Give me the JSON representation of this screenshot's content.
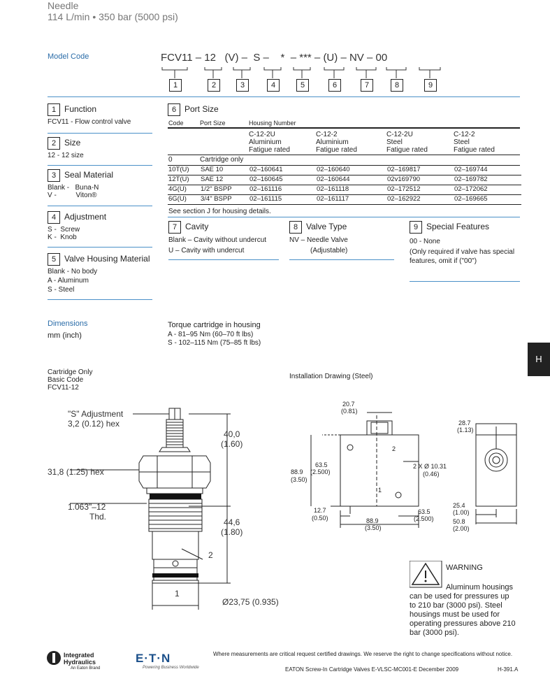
{
  "header": {
    "title": "Needle",
    "subtitle": "114 L/min • 350 bar (5000 psi)"
  },
  "model_code": {
    "label": "Model Code",
    "parts": [
      "FCV11",
      "–",
      "12",
      "(V)",
      "–",
      "S",
      "–",
      "*",
      "–",
      "***",
      "–",
      "(U)",
      "–",
      "NV",
      "–",
      "00"
    ],
    "numbers": [
      "1",
      "2",
      "3",
      "4",
      "5",
      "6",
      "7",
      "8",
      "9"
    ]
  },
  "function": {
    "num": "1",
    "title": "Function",
    "lines": [
      "FCV11 - Flow control valve"
    ]
  },
  "size": {
    "num": "2",
    "title": "Size",
    "lines": [
      "12 - 12 size"
    ]
  },
  "seal": {
    "num": "3",
    "title": "Seal Material",
    "lines": [
      "Blank -   Buna-N",
      "V -          Viton®"
    ]
  },
  "adjustment": {
    "num": "4",
    "title": "Adjustment",
    "lines": [
      "S -  Screw",
      "K -  Knob"
    ]
  },
  "housing_material": {
    "num": "5",
    "title": "Valve Housing Material",
    "lines": [
      "Blank - No body",
      "A -  Aluminum",
      "S -  Steel"
    ]
  },
  "port_size": {
    "num": "6",
    "title": "Port Size",
    "col_code": "Code",
    "col_port": "Port Size",
    "col_housing": "Housing Number",
    "housing_cols": [
      [
        "C-12-2U",
        "Aluminium",
        "Fatigue rated"
      ],
      [
        "C-12-2",
        "Aluminium",
        "Fatigue rated"
      ],
      [
        "C-12-2U",
        "Steel",
        "Fatigue rated"
      ],
      [
        "C-12-2",
        "Steel",
        "Fatigue rated"
      ]
    ],
    "cartridge_row": [
      "0",
      "Cartridge only"
    ],
    "rows": [
      [
        "10T(U)",
        "SAE 10",
        "02–160641",
        "02–160640",
        "02–169817",
        "02–169744"
      ],
      [
        "12T(U)",
        "SAE 12",
        "02–160645",
        "02–160644",
        "02v169790",
        "02–169782"
      ],
      [
        "4G(U)",
        "1/2\" BSPP",
        "02–161116",
        "02–161118",
        "02–172512",
        "02–172062"
      ],
      [
        "6G(U)",
        "3/4\" BSPP",
        "02–161115",
        "02–161117",
        "02–162922",
        "02–169665"
      ]
    ],
    "note": "See section J for housing details."
  },
  "cavity": {
    "num": "7",
    "title": "Cavity",
    "lines": [
      "Blank – Cavity without undercut",
      "U – Cavity with undercut"
    ]
  },
  "valve_type": {
    "num": "8",
    "title": "Valve Type",
    "lines": [
      "NV – Needle Valve",
      "(Adjustable)"
    ]
  },
  "special": {
    "num": "9",
    "title": "Special Features",
    "lines": [
      "00 - None",
      "(Only required if valve has special",
      "features, omit if (\"00\")"
    ]
  },
  "dimensions": {
    "label": "Dimensions",
    "units": "mm (inch)"
  },
  "torque": {
    "title": "Torque cartridge in housing",
    "lines": [
      "A - 81–95 Nm (60–70 ft lbs)",
      "S - 102–115 Nm (75–85 ft lbs)"
    ]
  },
  "cartridge": {
    "lines": [
      "Cartridge Only",
      "Basic Code",
      "FCV11-12"
    ]
  },
  "cartridge_drawing": {
    "adj_label": "\"S\" Adjustment",
    "adj_value": "3,2 (0.12) hex",
    "hex_label": "31,8 (1.25) hex",
    "thread_label": "1.063\"–12",
    "thread_sub": "Thd.",
    "dim_top": "40,0",
    "dim_top_in": "(1.60)",
    "dim_bottom": "44,6",
    "dim_bottom_in": "(1.80)",
    "port2": "2",
    "port1": "1",
    "diameter": "Ø23,75 (0.935)"
  },
  "install": {
    "title": "Installation Drawing (Steel)",
    "d_207": "20.7",
    "d_081": "(0.81)",
    "d_635": "63.5",
    "d_2500": "(2.500)",
    "d_889": "88.9",
    "d_350": "(3.50)",
    "d_2x": "2 X Ø 10.31",
    "d_046": "(0.46)",
    "d_127": "12.7",
    "d_050": "(0.50)",
    "d_889b": "88.9",
    "d_350b": "(3.50)",
    "d_635b": "63.5",
    "d_2500b": "(2.500)",
    "d_287": "28.7",
    "d_113": "(1.13)",
    "d_254": "25.4",
    "d_100": "(1.00)",
    "d_508": "50.8",
    "d_200": "(2.00)",
    "p1": "1",
    "p2": "2"
  },
  "warning": {
    "title": "WARNING",
    "text": [
      "Aluminum housings",
      "can be used for pressures up",
      "to 210 bar (3000 psi). Steel",
      "housings must be used for",
      "operating pressures above 210",
      "bar (3000 psi)."
    ]
  },
  "side_tab": "H",
  "footer": {
    "brand1": "Integrated",
    "brand2": "Hydraulics",
    "brand3": "An Eaton Brand",
    "eaton": "E·T·N",
    "eaton_tag": "Powering Business Worldwide",
    "disclaimer": "Where measurements are critical request certified drawings. We reserve the right to change specifications without notice.",
    "catalog": "EATON Screw-In Cartridge Valves E-VLSC-MC001-E December 2009",
    "page": "H-391.A"
  }
}
